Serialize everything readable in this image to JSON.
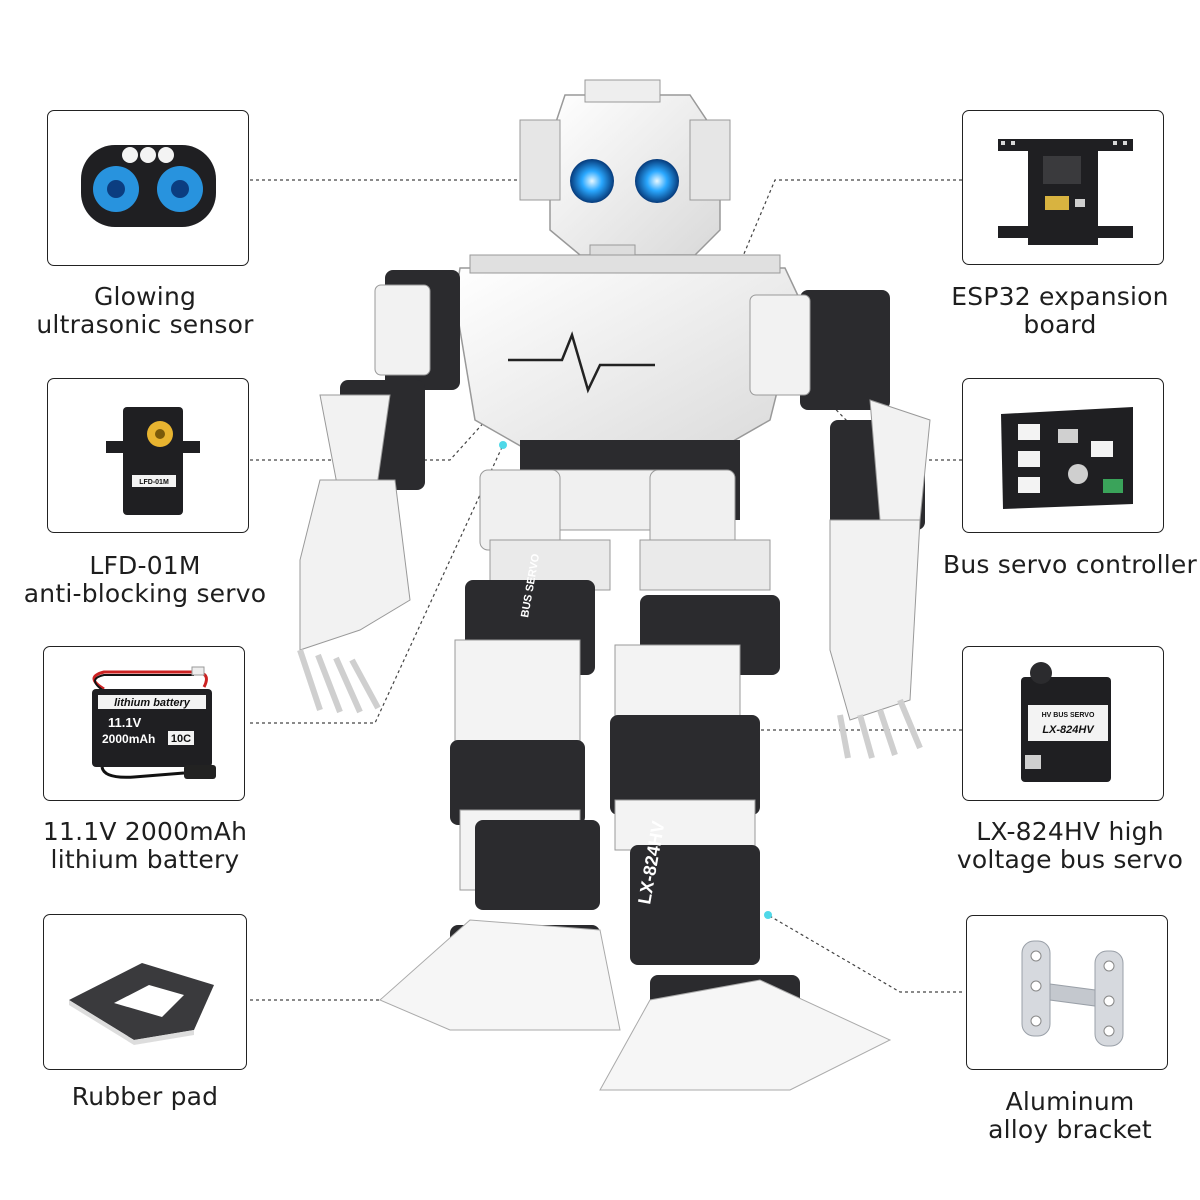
{
  "components": {
    "left": [
      {
        "line1": "Glowing",
        "line2": "ultrasonic sensor",
        "icon": "ultrasonic-sensor"
      },
      {
        "line1": "LFD-01M",
        "line2": "anti-blocking servo",
        "icon": "servo"
      },
      {
        "line1": "11.1V 2000mAh",
        "line2": "lithium battery",
        "icon": "battery"
      },
      {
        "line1": "Rubber pad",
        "line2": "",
        "icon": "rubber-pad"
      }
    ],
    "right": [
      {
        "line1": "ESP32 expansion",
        "line2": "board",
        "icon": "circuit-board"
      },
      {
        "line1": "Bus servo controller",
        "line2": "",
        "icon": "controller-board"
      },
      {
        "line1": "LX-824HV high",
        "line2": "voltage bus servo",
        "icon": "bus-servo"
      },
      {
        "line1": "Aluminum",
        "line2": "alloy bracket",
        "icon": "bracket"
      }
    ]
  },
  "product_labels": {
    "battery_title": "lithium battery",
    "battery_voltage": "11.1V",
    "battery_capacity": "2000mAh",
    "battery_rate": "10C",
    "servo_small_label": "LFD-01M",
    "bus_servo_top": "HV BUS SERVO",
    "bus_servo_model": "LX-824HV",
    "leg_servo_top": "BUS SERVO",
    "leg_servo_model": "LX-824HV"
  },
  "colors": {
    "eye_glow": "#2aa8ff",
    "servo_body": "#2b2b2e",
    "frame": "#f2f2f2",
    "leader": "#444444"
  }
}
